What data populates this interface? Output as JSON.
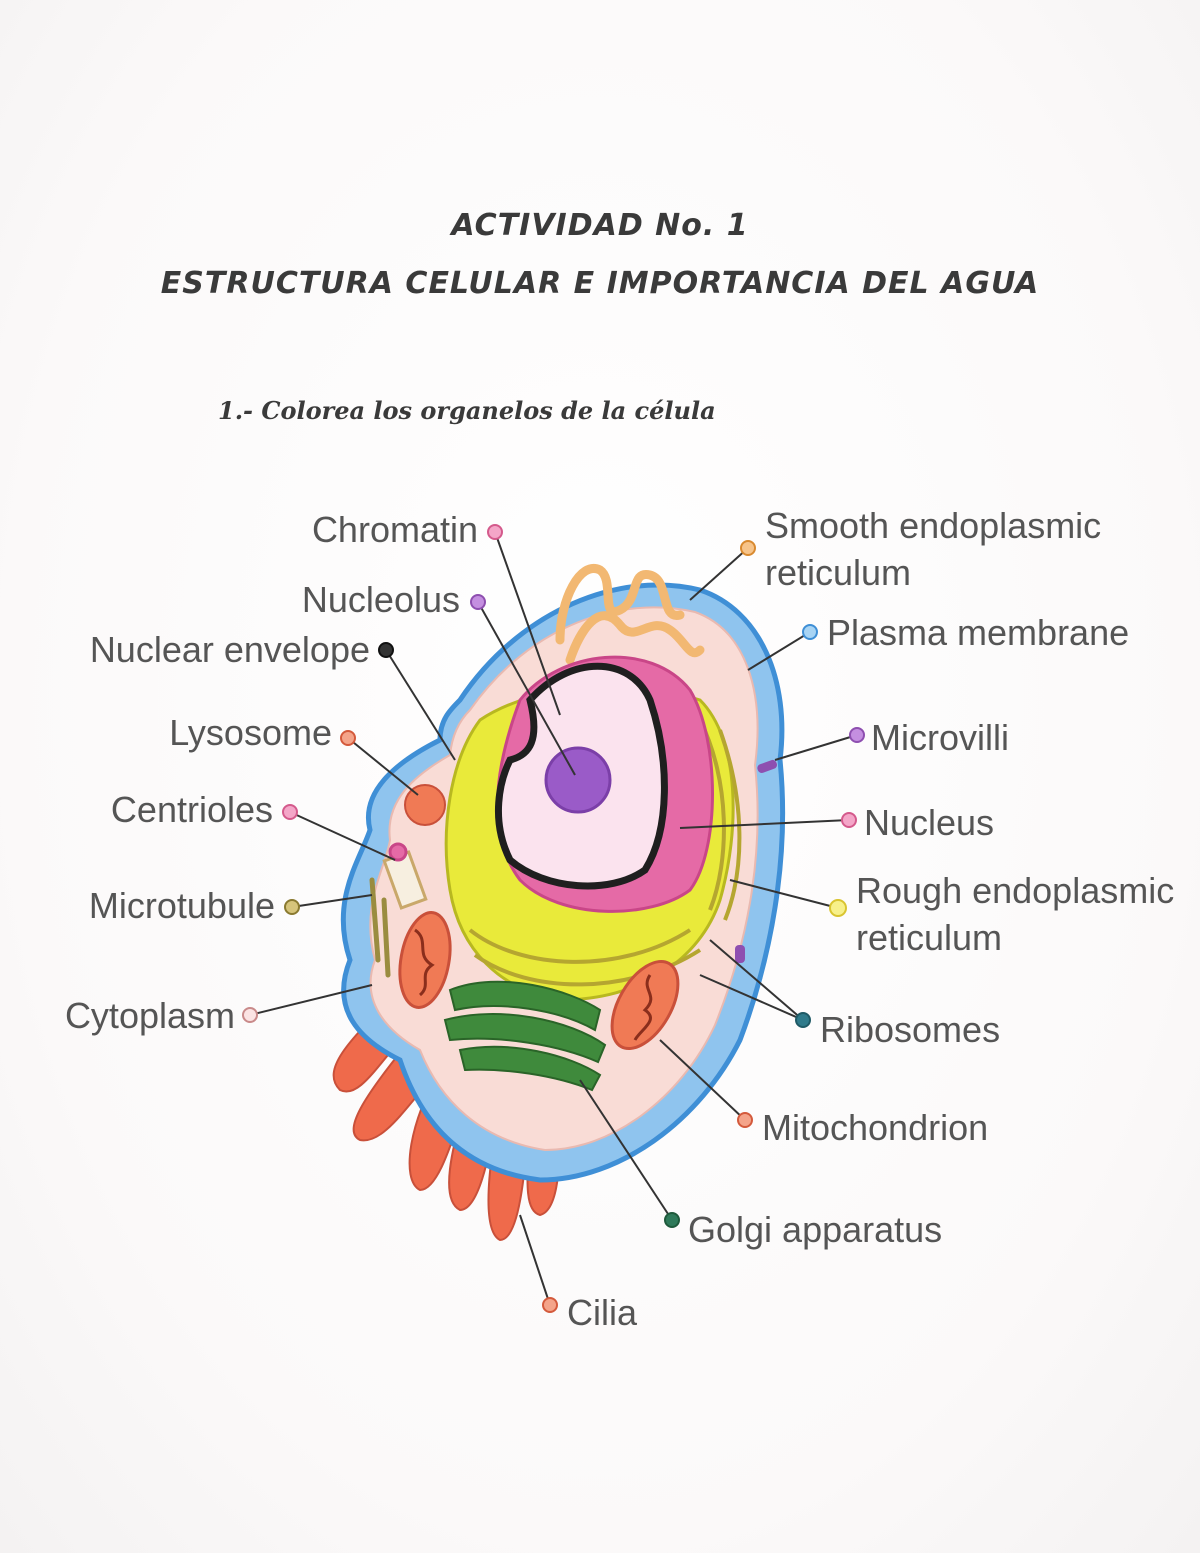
{
  "heading": {
    "line1": "ACTIVIDAD No. 1",
    "line2": "ESTRUCTURA CELULAR E IMPORTANCIA DEL AGUA"
  },
  "instruction": "1.- Colorea los organelos de la célula",
  "labels": {
    "chromatin": "Chromatin",
    "nucleolus": "Nucleolus",
    "nuclear_envelope": "Nuclear envelope",
    "lysosome": "Lysosome",
    "centrioles": "Centrioles",
    "microtubule": "Microtubule",
    "cytoplasm": "Cytoplasm",
    "smooth_er_1": "Smooth endoplasmic",
    "smooth_er_2": "reticulum",
    "plasma_membrane": "Plasma membrane",
    "microvilli": "Microvilli",
    "nucleus": "Nucleus",
    "rough_er_1": "Rough endoplasmic",
    "rough_er_2": "reticulum",
    "ribosomes": "Ribosomes",
    "mitochondrion": "Mitochondrion",
    "golgi": "Golgi apparatus",
    "cilia": "Cilia"
  },
  "colors": {
    "membrane": "#5aa9e6",
    "cytoplasm": "#f9dcd6",
    "rough_er": "#e9ea3a",
    "nucleus": "#e56aa6",
    "nucleolus": "#9a5bc8",
    "golgi": "#3f8a3c",
    "mitochondria": "#f07a55",
    "smooth_er": "#f2b872",
    "cilia": "#ef6a4b",
    "text": "#555555"
  }
}
